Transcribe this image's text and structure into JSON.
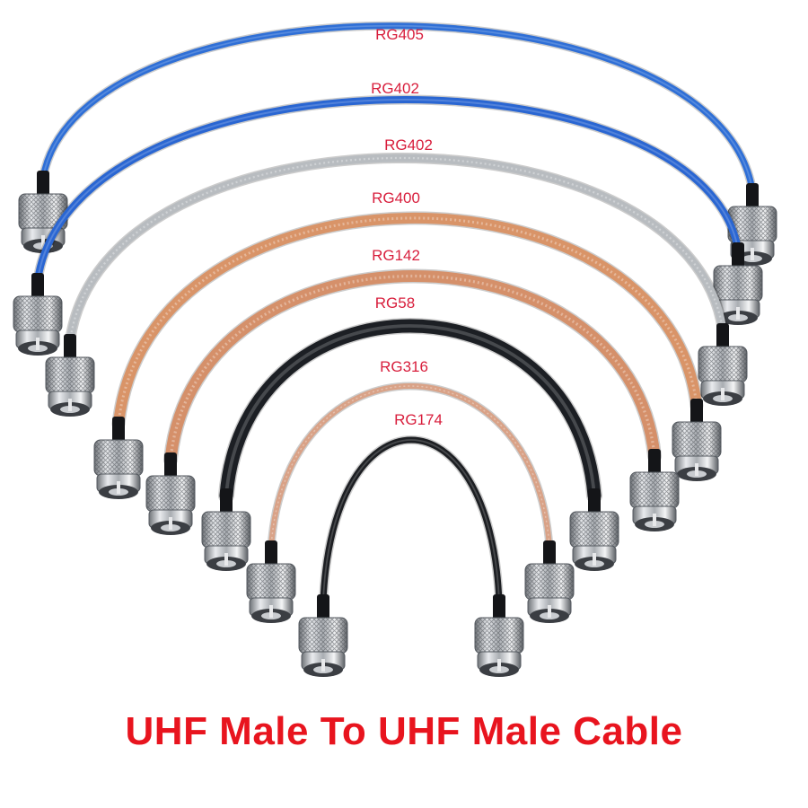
{
  "caption": "UHF Male To UHF Male Cable",
  "caption_color": "#e8141e",
  "label_color": "#d81e3c",
  "cables": [
    {
      "label": "RG405",
      "color": "#2f6fd6",
      "type": "blue-coax"
    },
    {
      "label": "RG402",
      "color": "#2a66d2",
      "type": "blue-coax"
    },
    {
      "label": "RG402",
      "color": "#b8bcc0",
      "type": "braided-silver"
    },
    {
      "label": "RG400",
      "color": "#d99468",
      "type": "braided-copper"
    },
    {
      "label": "RG142",
      "color": "#d5906a",
      "type": "braided-copper"
    },
    {
      "label": "RG58",
      "color": "#1c1f24",
      "type": "black-jacket"
    },
    {
      "label": "RG316",
      "color": "#d9a287",
      "type": "thin-copper"
    },
    {
      "label": "RG174",
      "color": "#1d1f23",
      "type": "thin-black"
    }
  ],
  "icons": {
    "connector": "uhf-male-connector-icon"
  }
}
